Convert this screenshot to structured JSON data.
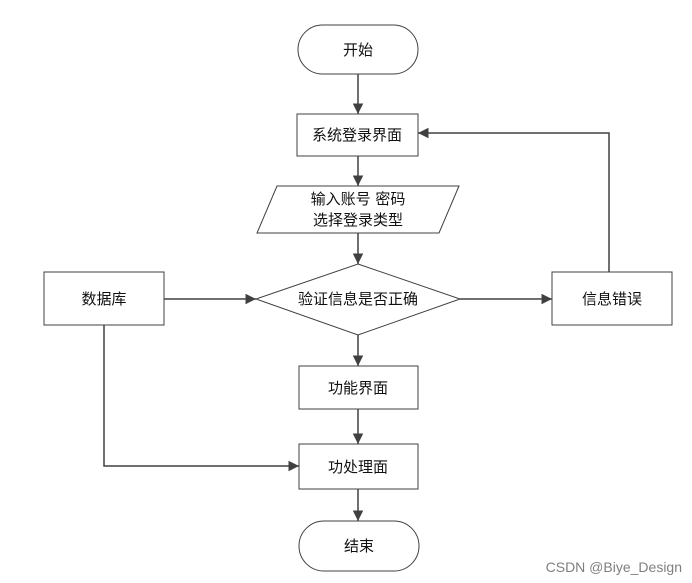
{
  "flowchart": {
    "start": "开始",
    "login_page": "系统登录界面",
    "input_line1": "输入账号 密码",
    "input_line2": "选择登录类型",
    "database": "数据库",
    "verify": "验证信息是否正确",
    "error": "信息错误",
    "function_page": "功能界面",
    "process_page": "功处理面",
    "end": "结束"
  },
  "watermark": "CSDN @Biye_Design",
  "colors": {
    "stroke": "#404040",
    "text": "#111111",
    "watermark": "#7f7f7f"
  }
}
